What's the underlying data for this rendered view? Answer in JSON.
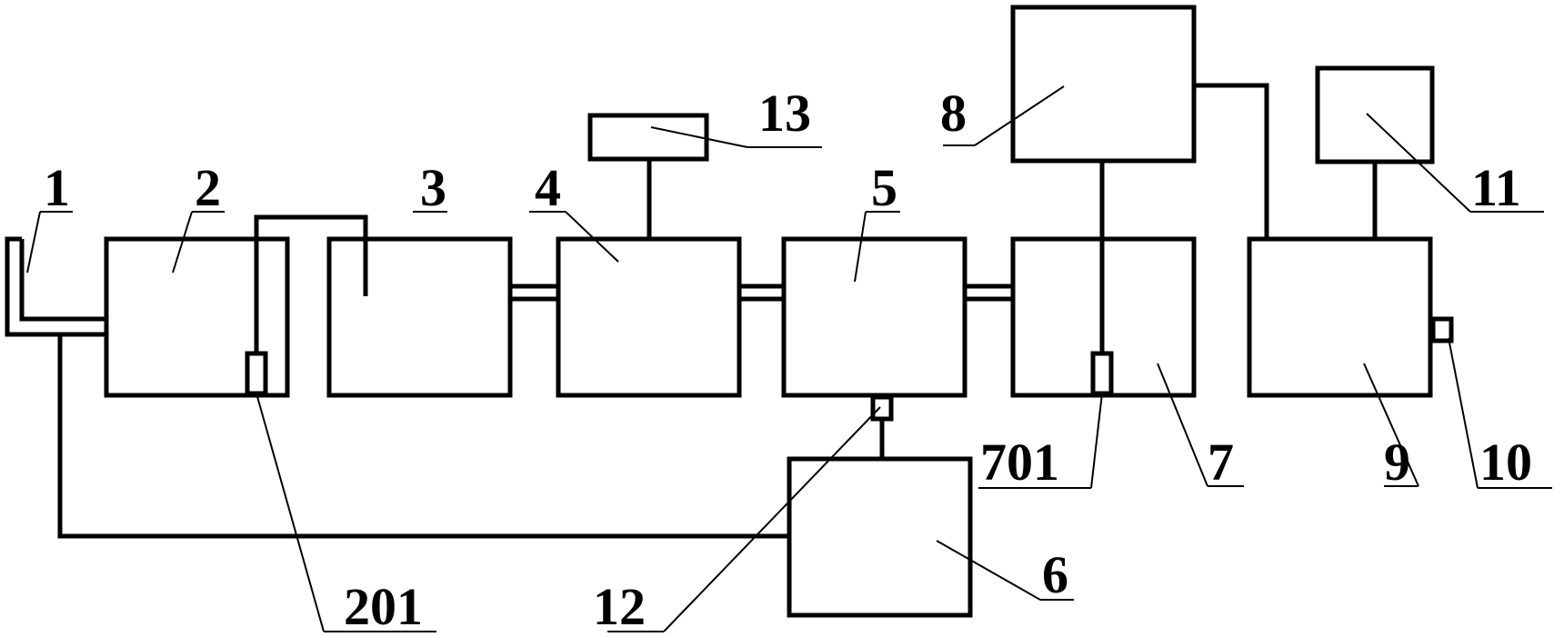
{
  "diagram": {
    "labels": {
      "l1": "1",
      "l2": "2",
      "l3": "3",
      "l4": "4",
      "l5": "5",
      "l6": "6",
      "l7": "7",
      "l8": "8",
      "l9": "9",
      "l10": "10",
      "l11": "11",
      "l12": "12",
      "l13": "13",
      "l201": "201",
      "l701": "701"
    }
  }
}
